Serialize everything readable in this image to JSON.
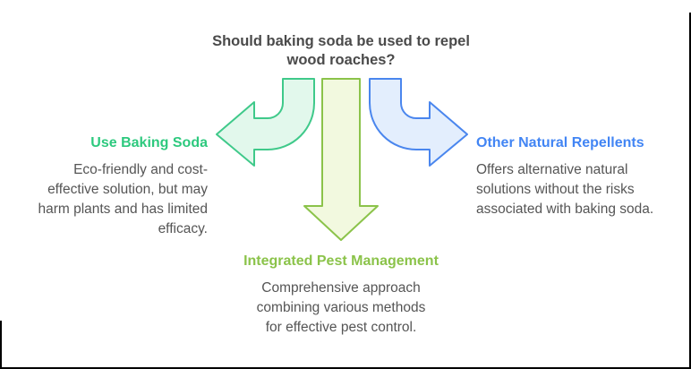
{
  "title": {
    "lines": [
      "Should baking soda be used to repel",
      "wood roaches?"
    ]
  },
  "branches": {
    "left": {
      "heading": "Use Baking Soda",
      "heading_color": "#2dc97e",
      "body": [
        "Eco-friendly and cost-",
        "effective solution, but may",
        "harm plants and has limited",
        "efficacy."
      ]
    },
    "bottom": {
      "heading": "Integrated Pest Management",
      "heading_color": "#8bc34a",
      "body": [
        "Comprehensive approach",
        "combining various methods",
        "for effective pest control."
      ]
    },
    "right": {
      "heading": "Other Natural Repellents",
      "heading_color": "#4285f4",
      "body": [
        "Offers alternative natural",
        "solutions without the risks",
        "associated with baking soda."
      ]
    }
  },
  "arrows": {
    "left": {
      "meaning": "branch to Use Baking Soda",
      "stroke": "#3fc98a",
      "fill": "#e2f8ec"
    },
    "down": {
      "meaning": "branch to Integrated Pest Management",
      "stroke": "#8bc34a",
      "fill": "#f2f9df"
    },
    "right": {
      "meaning": "branch to Other Natural Repellents",
      "stroke": "#4a86ee",
      "fill": "#e3eefd"
    }
  },
  "text_colors": {
    "title": "#4a4a4a",
    "body": "#555555"
  }
}
